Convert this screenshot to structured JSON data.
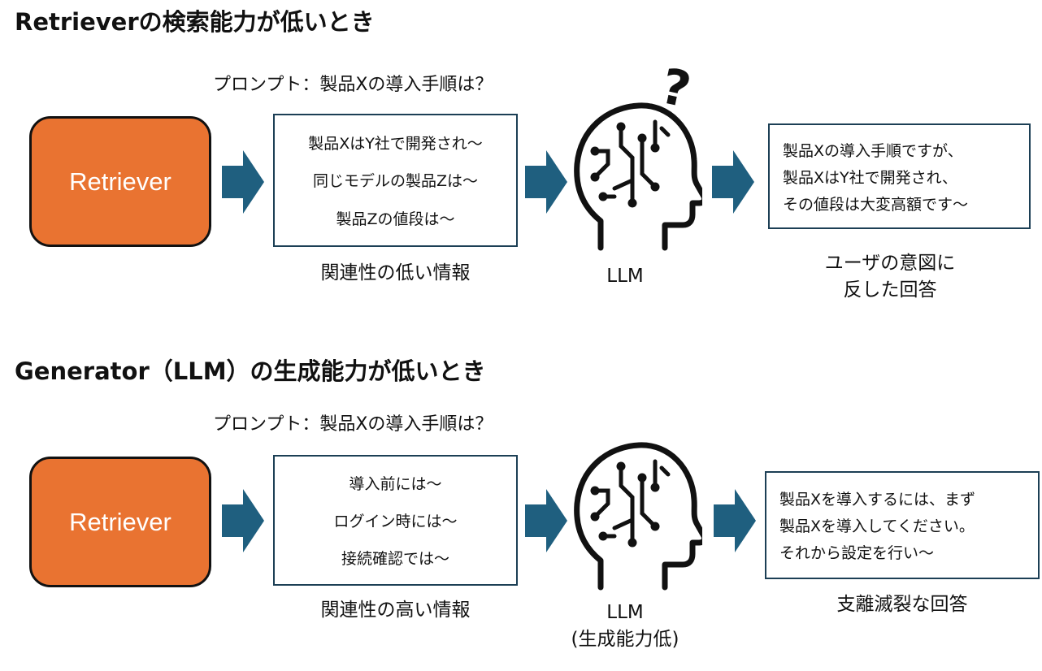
{
  "section1": {
    "title": "Retrieverの検索能力が低いとき",
    "prompt": "プロンプト：製品Xの導入手順は？",
    "retriever_label": "Retriever",
    "context_lines": [
      "製品XはY社で開発され～",
      "同じモデルの製品Zは～",
      "製品Zの値段は～"
    ],
    "context_caption": "関連性の低い情報",
    "llm_caption": "LLM",
    "question_mark": "?",
    "answer_lines": [
      "製品Xの導入手順ですが、",
      "製品XはY社で開発され、",
      "その値段は大変高額です～"
    ],
    "answer_caption_lines": [
      "ユーザの意図に",
      "反した回答"
    ]
  },
  "section2": {
    "title": "Generator（LLM）の生成能力が低いとき",
    "prompt": "プロンプト：製品Xの導入手順は？",
    "retriever_label": "Retriever",
    "context_lines": [
      "導入前には～",
      "ログイン時には～",
      "接続確認では～"
    ],
    "context_caption": "関連性の高い情報",
    "llm_caption_lines": [
      "LLM",
      "(生成能力低)"
    ],
    "answer_lines": [
      "製品Xを導入するには、まず",
      "製品Xを導入してください。",
      "それから設定を行い～"
    ],
    "answer_caption": "支離滅裂な回答"
  },
  "colors": {
    "retriever_fill": "#e97331",
    "arrow_fill": "#1f5f7f",
    "box_border": "#1c3f55"
  },
  "icons": {
    "arrow": "right-block-arrow-icon",
    "llm": "brain-head-circuit-icon",
    "confusion": "question-mark-icon"
  }
}
